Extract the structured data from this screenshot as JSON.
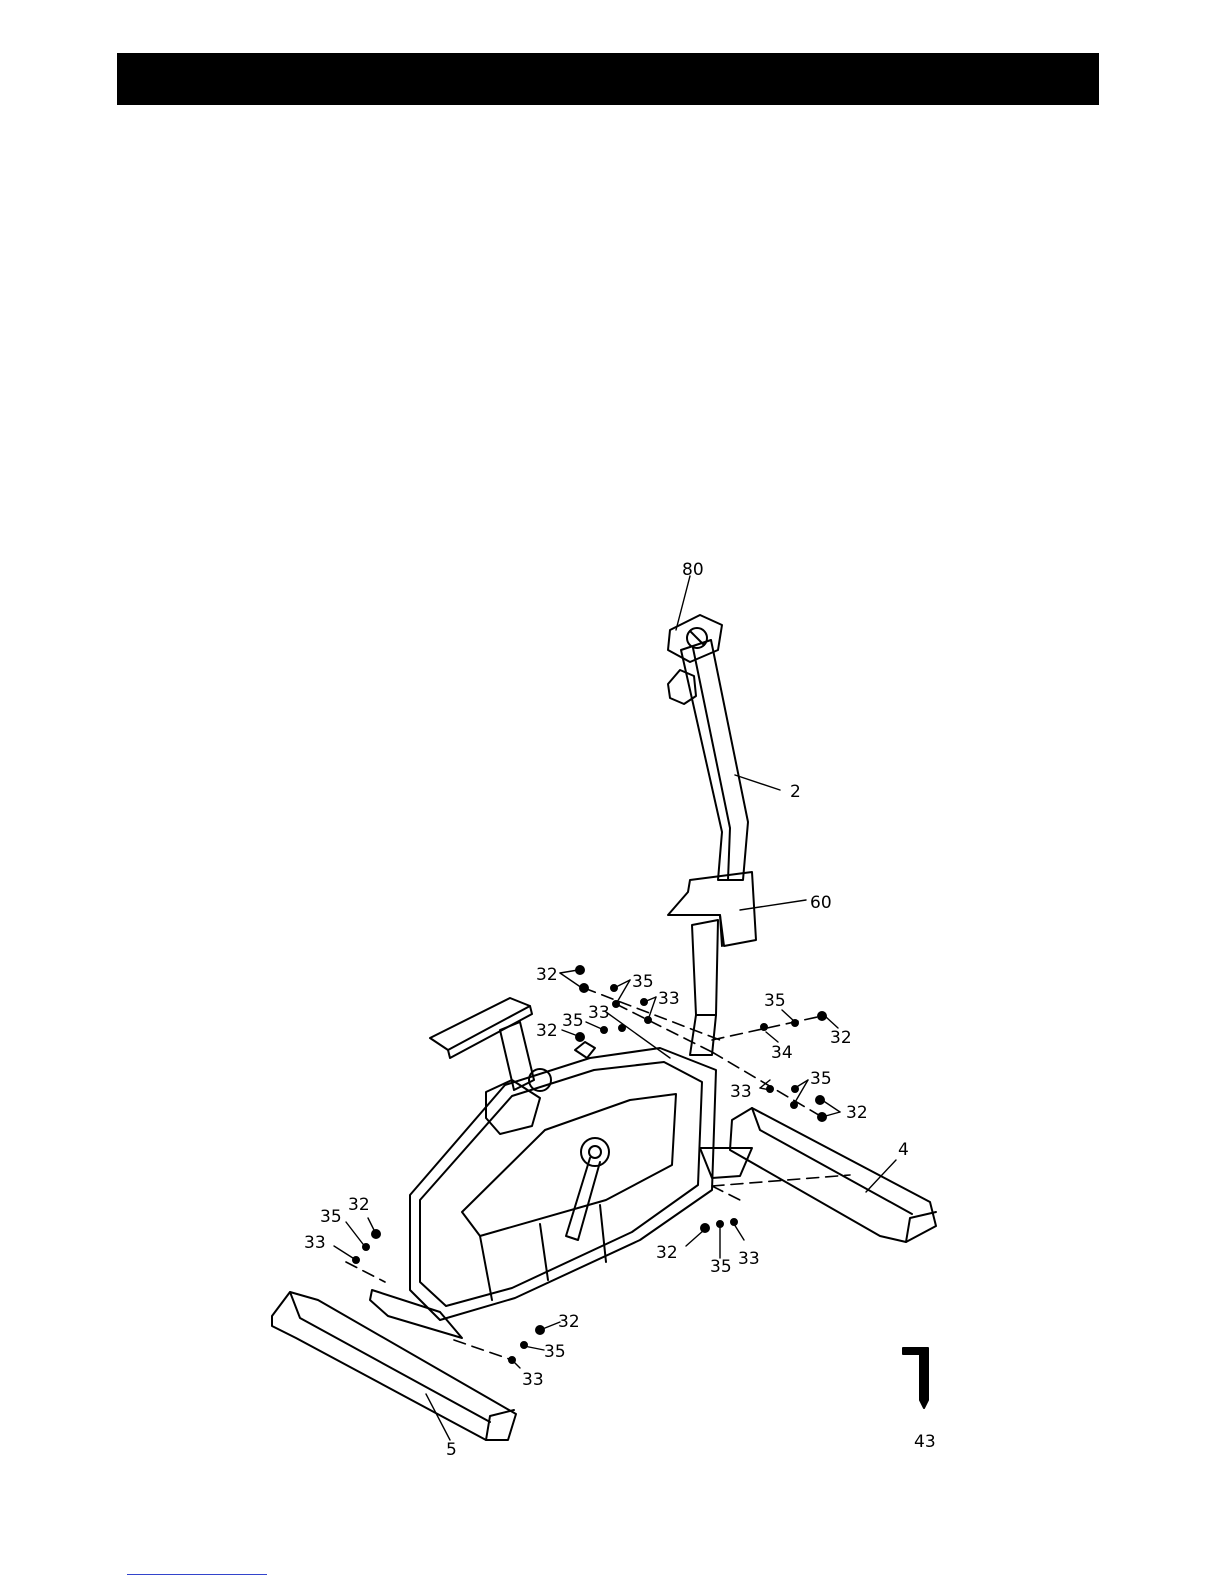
{
  "header": {
    "title": ""
  },
  "diagram": {
    "callouts": [
      {
        "id": "c80",
        "text": "80"
      },
      {
        "id": "c2",
        "text": "2"
      },
      {
        "id": "c60",
        "text": "60"
      },
      {
        "id": "c32a",
        "text": "32"
      },
      {
        "id": "c35a",
        "text": "35"
      },
      {
        "id": "c33a",
        "text": "33"
      },
      {
        "id": "c33b",
        "text": "33"
      },
      {
        "id": "c32b",
        "text": "32"
      },
      {
        "id": "c35b",
        "text": "35"
      },
      {
        "id": "c35c",
        "text": "35"
      },
      {
        "id": "c32c",
        "text": "32"
      },
      {
        "id": "c34",
        "text": "34"
      },
      {
        "id": "c33c",
        "text": "33"
      },
      {
        "id": "c35d",
        "text": "35"
      },
      {
        "id": "c32d",
        "text": "32"
      },
      {
        "id": "c4",
        "text": "4"
      },
      {
        "id": "c32e",
        "text": "32"
      },
      {
        "id": "c35e",
        "text": "35"
      },
      {
        "id": "c33d",
        "text": "33"
      },
      {
        "id": "c32f",
        "text": "32"
      },
      {
        "id": "c35f",
        "text": "35"
      },
      {
        "id": "c33e",
        "text": "33"
      },
      {
        "id": "c32g",
        "text": "32"
      },
      {
        "id": "c35g",
        "text": "35"
      },
      {
        "id": "c33f",
        "text": "33"
      },
      {
        "id": "c5",
        "text": "5"
      },
      {
        "id": "c43",
        "text": "43"
      }
    ]
  }
}
